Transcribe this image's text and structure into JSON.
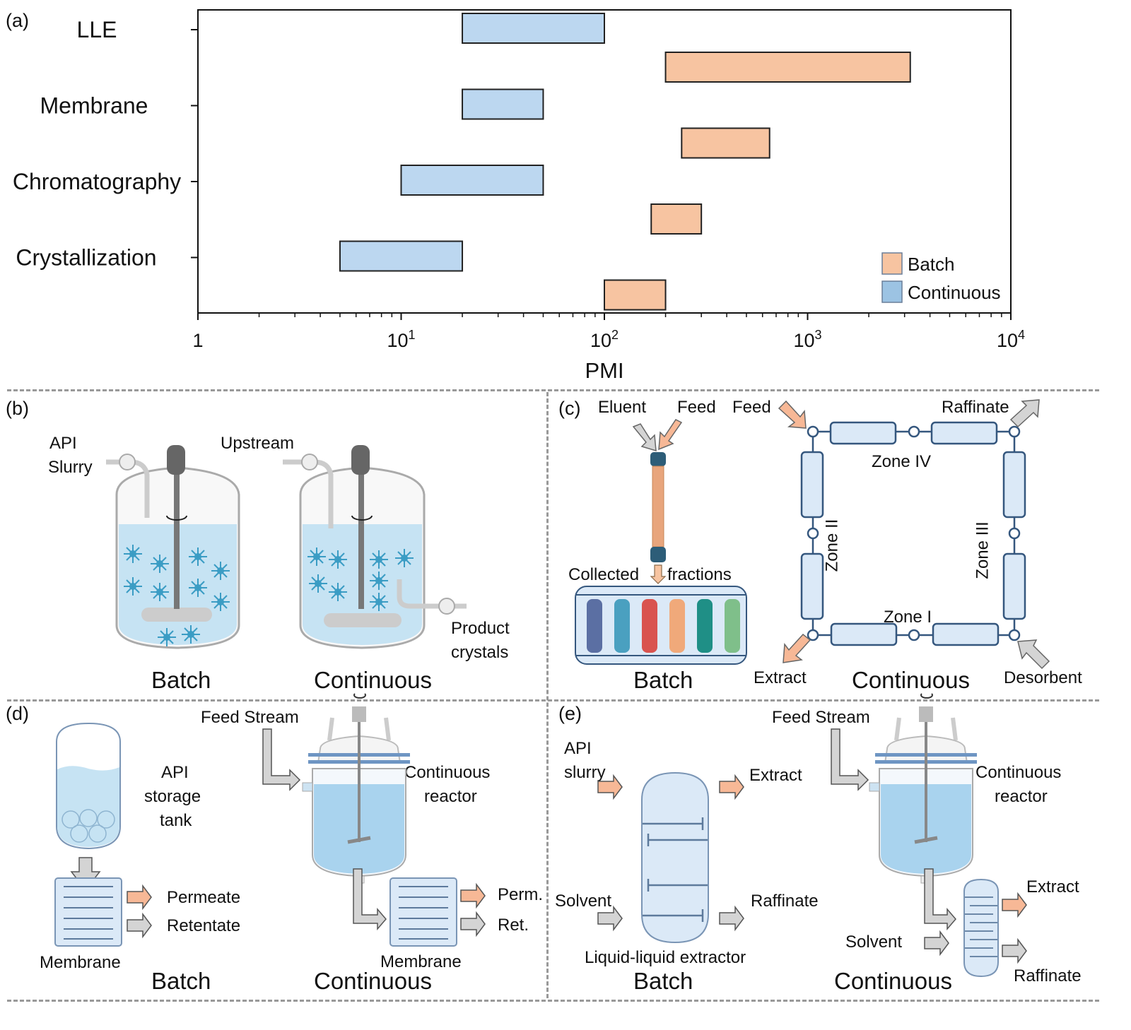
{
  "panels": {
    "a": {
      "tag": "(a)"
    },
    "b": {
      "tag": "(b)",
      "api_slurry": [
        "API",
        "Slurry"
      ],
      "upstream": "Upstream",
      "product_crystals": [
        "Product",
        "crystals"
      ],
      "batch": "Batch",
      "continuous": "Continuous"
    },
    "c": {
      "tag": "(c)",
      "eluent": "Eluent",
      "feed_batch": "Feed",
      "feed_cont": "Feed",
      "raffinate": "Raffinate",
      "collected": "Collected",
      "fractions": "fractions",
      "zone_iv": "Zone IV",
      "zone_ii": "Zone II",
      "zone_iii": "Zone III",
      "zone_i": "Zone I",
      "extract": "Extract",
      "desorbent": "Desorbent",
      "batch": "Batch",
      "continuous": "Continuous",
      "fraction_colors": [
        "#5b6fa3",
        "#4aa0c0",
        "#d9534f",
        "#f0a97a",
        "#1f8f86",
        "#7fbf8a"
      ]
    },
    "d": {
      "tag": "(d)",
      "feed_stream": "Feed Stream",
      "api_storage": [
        "API",
        "storage",
        "tank"
      ],
      "continuous_reactor": [
        "Continuous",
        "reactor"
      ],
      "permeate": "Permeate",
      "retentate": "Retentate",
      "perm_short": "Perm.",
      "ret_short": "Ret.",
      "membrane_batch": "Membrane",
      "membrane_cont": "Membrane",
      "batch": "Batch",
      "continuous": "Continuous"
    },
    "e": {
      "tag": "(e)",
      "api_slurry": [
        "API",
        "slurry"
      ],
      "extract_batch": "Extract",
      "solvent_batch": "Solvent",
      "raffinate_batch": "Raffinate",
      "lle": "Liquid-liquid extractor",
      "feed_stream": "Feed Stream",
      "continuous_reactor": [
        "Continuous",
        "reactor"
      ],
      "extract_cont": "Extract",
      "solvent_cont": "Solvent",
      "raffinate_cont": "Raffinate",
      "batch": "Batch",
      "continuous": "Continuous"
    }
  },
  "colors": {
    "batch": "#f7c4a1",
    "continuous": "#bcd7f0",
    "legend_continuous": "#9cc3e3",
    "arrow_orange": "#f7b896",
    "arrow_gray": "#d4d4d4",
    "liquid": "#c6e3f3",
    "column_fill": "#dbe9f7",
    "column_stroke": "#35577e"
  },
  "chart_data": {
    "type": "bar",
    "orientation": "horizontal-range",
    "title": "",
    "xlabel": "PMI",
    "ylabel": "",
    "xscale": "log",
    "xlim": [
      1,
      10000
    ],
    "xticks": [
      {
        "value": 1,
        "label": "1"
      },
      {
        "value": 10,
        "base": "10",
        "exp": "1"
      },
      {
        "value": 100,
        "base": "10",
        "exp": "2"
      },
      {
        "value": 1000,
        "base": "10",
        "exp": "3"
      },
      {
        "value": 10000,
        "base": "10",
        "exp": "4"
      }
    ],
    "categories": [
      "LLE",
      "Membrane",
      "Chromatography",
      "Crystallization"
    ],
    "series": [
      {
        "name": "Continuous",
        "ranges": [
          [
            20,
            100
          ],
          [
            20,
            50
          ],
          [
            10,
            50
          ],
          [
            5,
            20
          ]
        ]
      },
      {
        "name": "Batch",
        "ranges": [
          [
            200,
            3200
          ],
          [
            240,
            650
          ],
          [
            170,
            300
          ],
          [
            100,
            200
          ]
        ]
      }
    ],
    "legend": {
      "position": "bottom-right",
      "entries": [
        "Batch",
        "Continuous"
      ]
    },
    "grid": false
  }
}
